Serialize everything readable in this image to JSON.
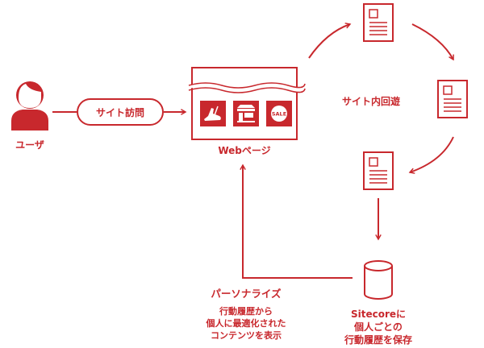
{
  "user": {
    "label": "ユーザ"
  },
  "visit": {
    "label": "サイト訪問"
  },
  "webpage": {
    "label": "Webページ",
    "sale_badge": "SALE"
  },
  "browse": {
    "label": "サイト内回遊"
  },
  "sitecore": {
    "lines": [
      "Sitecoreに",
      "個人ごとの",
      "行動履歴を保存"
    ]
  },
  "personalize": {
    "title": "パーソナライズ",
    "lines": [
      "行動履歴から",
      "個人に最適化された",
      "コンテンツを表示"
    ]
  },
  "colors": {
    "accent": "#c8282d",
    "background": "#ffffff"
  }
}
